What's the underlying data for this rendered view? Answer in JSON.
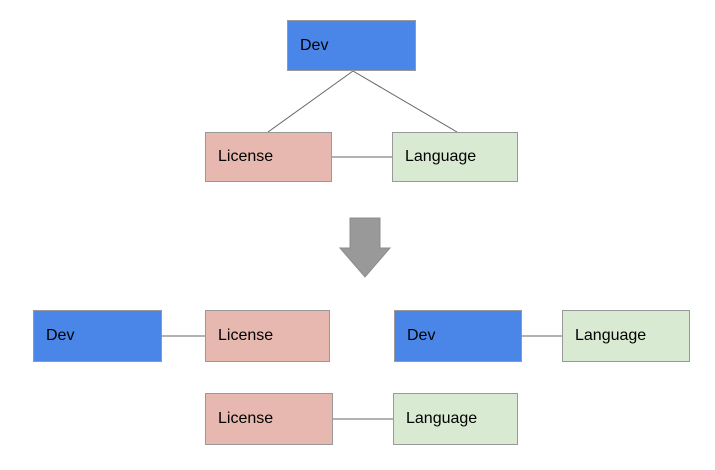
{
  "colors": {
    "dev_fill": "#4a86e8",
    "license_fill": "#e6b8af",
    "language_fill": "#d9ead3",
    "node_border": "#999999",
    "connector_line": "#666666",
    "arrow_fill": "#999999",
    "text": "#000000",
    "background": "#ffffff"
  },
  "diagram": {
    "before": {
      "nodes": [
        {
          "id": "dev",
          "label": "Dev",
          "color": "#4a86e8"
        },
        {
          "id": "license",
          "label": "License",
          "color": "#e6b8af"
        },
        {
          "id": "language",
          "label": "Language",
          "color": "#d9ead3"
        }
      ],
      "edges": [
        "dev-license",
        "dev-language",
        "license-language"
      ]
    },
    "transform": {
      "arrow_direction": "down"
    },
    "after": {
      "pairs": [
        {
          "nodes": [
            {
              "id": "dev",
              "label": "Dev",
              "color": "#4a86e8"
            },
            {
              "id": "license",
              "label": "License",
              "color": "#e6b8af"
            }
          ],
          "edges": [
            "dev-license"
          ]
        },
        {
          "nodes": [
            {
              "id": "dev",
              "label": "Dev",
              "color": "#4a86e8"
            },
            {
              "id": "language",
              "label": "Language",
              "color": "#d9ead3"
            }
          ],
          "edges": [
            "dev-language"
          ]
        },
        {
          "nodes": [
            {
              "id": "license",
              "label": "License",
              "color": "#e6b8af"
            },
            {
              "id": "language",
              "label": "Language",
              "color": "#d9ead3"
            }
          ],
          "edges": [
            "license-language"
          ]
        }
      ]
    }
  }
}
